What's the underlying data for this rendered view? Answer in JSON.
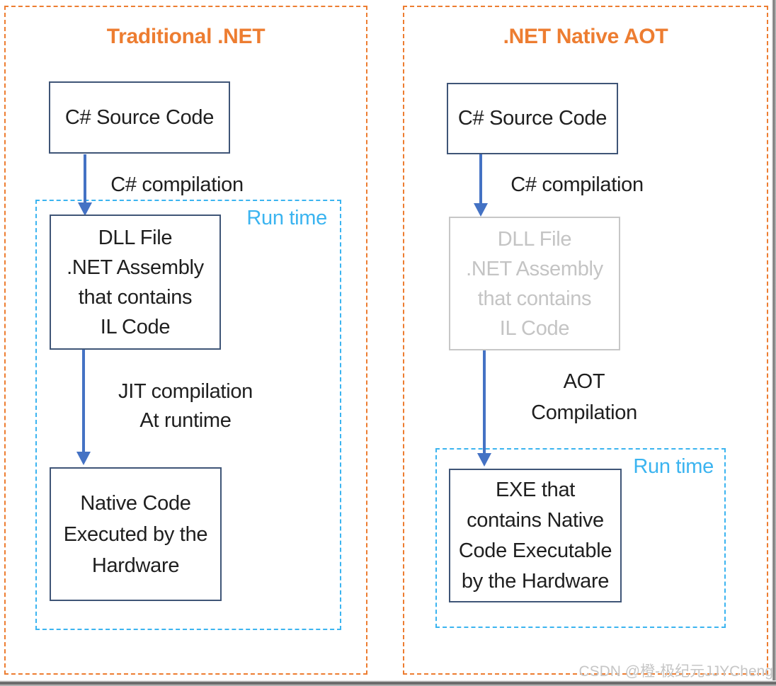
{
  "colors": {
    "panel_border_orange": "#ED7D31",
    "title_orange": "#ED7D31",
    "runtime_border_cyan": "#3BB4F0",
    "runtime_label_cyan": "#3BB4F0",
    "node_border_navy": "#3F5577",
    "arrow_blue": "#4472C4",
    "ghost_gray": "#C4C4C4",
    "text_black": "#1F1F1F",
    "watermark_gray": "#C6C6C6"
  },
  "watermark": "CSDN @橙-极纪元JJYCheng",
  "panels": [
    {
      "title": "Traditional .NET",
      "source_box": {
        "label": "C# Source Code"
      },
      "compile_arrow_label": "C# compilation",
      "il_box": {
        "lines": [
          "DLL File",
          ".NET Assembly",
          "that contains",
          "IL Code"
        ]
      },
      "second_arrow_label_lines": [
        "JIT compilation",
        "At runtime"
      ],
      "runtime_box": {
        "label": "Run time"
      },
      "output_box": {
        "lines": [
          "Native Code",
          "Executed by the",
          "Hardware"
        ]
      }
    },
    {
      "title": ".NET Native AOT",
      "source_box": {
        "label": "C# Source Code"
      },
      "compile_arrow_label": "C# compilation",
      "il_box": {
        "lines": [
          "DLL File",
          ".NET Assembly",
          "that contains",
          "IL Code"
        ]
      },
      "second_arrow_label_lines": [
        "AOT",
        "Compilation"
      ],
      "runtime_box": {
        "label": "Run time"
      },
      "output_box": {
        "lines": [
          "EXE that",
          "contains Native",
          "Code Executable",
          "by the Hardware"
        ]
      }
    }
  ]
}
